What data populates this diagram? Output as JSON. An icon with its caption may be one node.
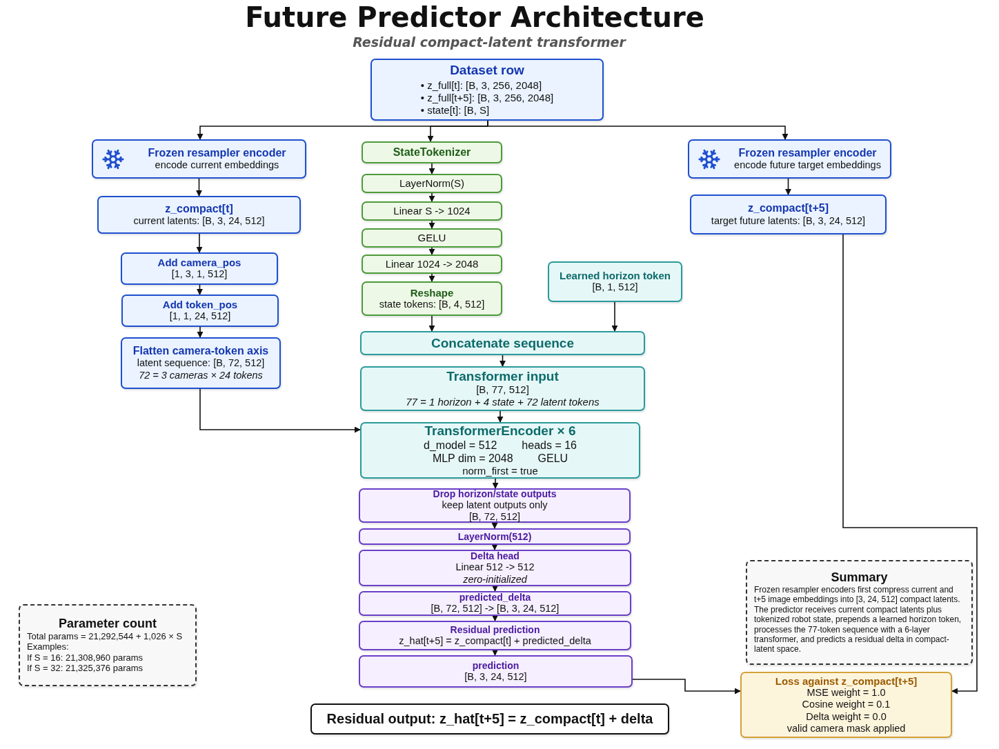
{
  "diagram": {
    "title": "Future Predictor Architecture",
    "nodes": [
      {
        "text": [
          "Dataset row",
          "• z_full[t]: [B, 3, 256, 2048]",
          "• z_full[t+5]: [B, 3, 256, 2048]",
          "• state[t]: [B, S]"
        ]
      },
      {
        "text": [
          "Frozen resampler encoder",
          "encode current embeddings"
        ]
      },
      {
        "text": [
          "StateTokenizer"
        ]
      },
      {
        "text": [
          "LayerNorm(S)"
        ]
      },
      {
        "text": [
          "Linear S -> 1024"
        ]
      },
      {
        "text": [
          "GELU"
        ]
      },
      {
        "text": [
          "Linear 1024 -> 2048"
        ]
      },
      {
        "text": [
          "Reshape",
          "state tokens: [B, 4, 512]"
        ]
      },
      {
        "text": [
          "Frozen resampler encoder",
          "encode future target embeddings"
        ]
      },
      {
        "text": [
          "z_compact[t]",
          "current latents: [B, 3, 24, 512]"
        ]
      },
      {
        "text": [
          "z_compact[t+5]",
          "target future latents: [B, 3, 24, 512]"
        ]
      },
      {
        "text": [
          "Add camera_pos",
          "[1, 3, 1, 512]"
        ]
      },
      {
        "text": [
          "Learned horizon token",
          "[B, 1, 512]"
        ]
      },
      {
        "text": [
          "Add token_pos",
          "[1, 1, 24, 512]"
        ]
      },
      {
        "text": [
          "Flatten camera-token axis",
          "latent sequence: [B, 72, 512]",
          "72 = 3 cameras × 24 tokens"
        ]
      },
      {
        "text": [
          "Concatenate sequence"
        ]
      },
      {
        "text": [
          "Transformer input",
          "[B, 77, 512]",
          "77 = 1 horizon + 4 state + 72 latent tokens"
        ]
      },
      {
        "text": [
          "TransformerEncoder × 6",
          "d_model = 512",
          "heads = 16",
          "MLP dim = 2048",
          "GELU",
          "norm_first = true"
        ]
      },
      {
        "text": [
          "Drop horizon/state outputs",
          "keep latent outputs only",
          "[B, 72, 512]"
        ]
      },
      {
        "text": [
          "LayerNorm(512)"
        ]
      },
      {
        "text": [
          "Delta head",
          "Linear 512 -> 512",
          "zero-initialized"
        ]
      },
      {
        "text": [
          "predicted_delta",
          "[B, 72, 512] -> [B, 3, 24, 512]"
        ]
      },
      {
        "text": [
          "Residual prediction",
          "z_hat[t+5] = z_compact[t] + predicted_delta"
        ]
      },
      {
        "text": [
          "prediction",
          "[B, 3, 24, 512]"
        ]
      },
      {
        "text": [
          "Summary",
          "Frozen resampler encoders first compress current and t+5 image embeddings into [3, 24, 512] compact latents. The predictor receives current compact latents plus tokenized robot state, prepends a learned horizon token, processes the 77-token sequence with a 6-layer transformer, and predicts a residual delta in compact-latent space."
        ]
      },
      {
        "text": [
          "Loss against z_compact[t+5]",
          "MSE weight = 1.0",
          "Cosine weight = 0.1",
          "Delta weight = 0.0",
          "valid camera mask applied"
        ]
      },
      {
        "text": [
          "Parameter count",
          "Total params = 21,292,544 + 1,026 × S",
          "Examples:",
          "If S = 16:  21,308,960 params",
          "If S = 32:  21,325,376 params"
        ]
      },
      {
        "text": [
          "Residual output: z_hat[t+5] = z_compact[t] + delta"
        ]
      }
    ],
    "edges": [
      {
        "from": 0,
        "to": 1,
        "arrow": "to"
      },
      {
        "from": 0,
        "to": 2,
        "arrow": "to"
      },
      {
        "from": 0,
        "to": 8,
        "arrow": "to"
      },
      {
        "from": 1,
        "to": 9,
        "arrow": "to"
      },
      {
        "from": 9,
        "to": 11,
        "arrow": "to"
      },
      {
        "from": 11,
        "to": 13,
        "arrow": "to"
      },
      {
        "from": 13,
        "to": 14,
        "arrow": "to"
      },
      {
        "from": 14,
        "to": 17,
        "arrow": "to"
      },
      {
        "from": 2,
        "to": 3,
        "arrow": "to"
      },
      {
        "from": 3,
        "to": 4,
        "arrow": "to"
      },
      {
        "from": 4,
        "to": 5,
        "arrow": "to"
      },
      {
        "from": 5,
        "to": 6,
        "arrow": "to"
      },
      {
        "from": 6,
        "to": 7,
        "arrow": "to"
      },
      {
        "from": 7,
        "to": 15,
        "arrow": "to"
      },
      {
        "from": 12,
        "to": 15,
        "arrow": "to"
      },
      {
        "from": 15,
        "to": 16,
        "arrow": "to"
      },
      {
        "from": 16,
        "to": 17,
        "arrow": "to"
      },
      {
        "from": 17,
        "to": 18,
        "arrow": "to"
      },
      {
        "from": 18,
        "to": 19,
        "arrow": "to"
      },
      {
        "from": 19,
        "to": 20,
        "arrow": "to"
      },
      {
        "from": 20,
        "to": 21,
        "arrow": "to"
      },
      {
        "from": 21,
        "to": 22,
        "arrow": "to"
      },
      {
        "from": 22,
        "to": 23,
        "arrow": "to"
      },
      {
        "from": 8,
        "to": 10,
        "arrow": "to"
      },
      {
        "from": 10,
        "to": 25,
        "arrow": "to"
      },
      {
        "from": 23,
        "to": 25,
        "arrow": "to"
      }
    ],
    "labels": [
      "Residual compact-latent transformer"
    ]
  }
}
